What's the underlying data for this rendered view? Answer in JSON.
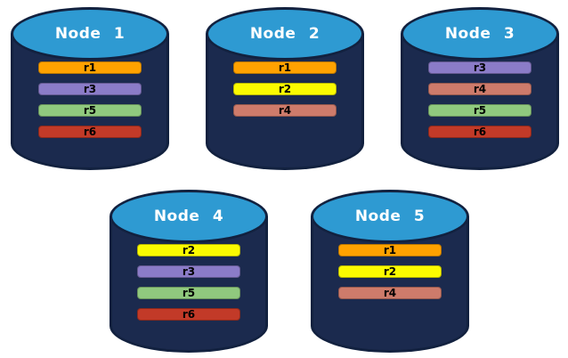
{
  "diagram": {
    "type": "database-replication-diagram",
    "description_visible_text_only": true
  },
  "colors": {
    "cylinder_body": "#1B2A4E",
    "cylinder_outline": "#12213F",
    "cylinder_top": "#2E9AD2",
    "title_text": "#ffffff",
    "bar_text": "#000000",
    "background": "#ffffff"
  },
  "replica_colors": {
    "r1": "#FFA200",
    "r2": "#FBFB00",
    "r3": "#8B7CC8",
    "r4": "#CE7B6B",
    "r5": "#90C97E",
    "r6": "#C23A28"
  },
  "nodes": [
    {
      "title": "Node 1",
      "replicas": [
        "r1",
        "r3",
        "r5",
        "r6"
      ]
    },
    {
      "title": "Node 2",
      "replicas": [
        "r1",
        "r2",
        "r4"
      ]
    },
    {
      "title": "Node 3",
      "replicas": [
        "r3",
        "r4",
        "r5",
        "r6"
      ]
    },
    {
      "title": "Node 4",
      "replicas": [
        "r2",
        "r3",
        "r5",
        "r6"
      ]
    },
    {
      "title": "Node 5",
      "replicas": [
        "r1",
        "r2",
        "r4"
      ]
    }
  ]
}
